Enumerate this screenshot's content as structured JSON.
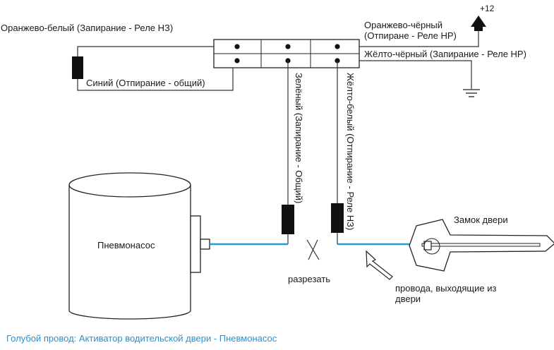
{
  "labels": {
    "orange_white": "Оранжево-белый (Запирание - Реле НЗ)",
    "orange_black_line1": "Оранжево-чёрный",
    "orange_black_line2": "(Отпиране - Реле НР)",
    "yellow_black": "Жёлто-чёрный (Запирание - Реле НР)",
    "blue_common": "Синий (Отпирание - общий)",
    "green_white": "Зелёный (Запирание - Общий)",
    "yellow_white": "Жёлто-белый (Отпирание - Реле НЗ)",
    "plus12": "+12",
    "pump": "Пневмонасос",
    "door_lock": "Замок двери",
    "cut": "разрезать",
    "door_wires_line1": "провода, выходящие из",
    "door_wires_line2": "двери",
    "caption": "Голубой провод: Активатор водительской двери - Пневмонасос"
  },
  "colors": {
    "blue_wire": "#1f9fd6",
    "caption_text": "#2a8fd0",
    "outline": "#222222"
  }
}
